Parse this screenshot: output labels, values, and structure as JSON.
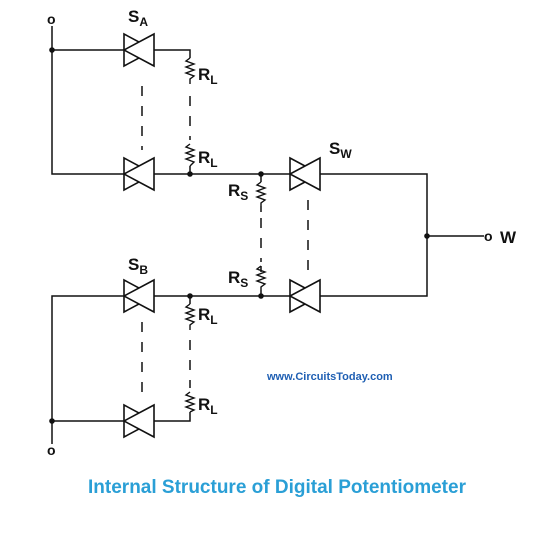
{
  "labels": {
    "sa": {
      "main": "S",
      "sub": "A"
    },
    "sb": {
      "main": "S",
      "sub": "B"
    },
    "sw": {
      "main": "S",
      "sub": "W"
    },
    "rl": {
      "main": "R",
      "sub": "L"
    },
    "rs": {
      "main": "R",
      "sub": "S"
    },
    "w": "W"
  },
  "terminal_symbol": "o",
  "watermark": "www.CircuitsToday.com",
  "caption": "Internal Structure of Digital Potentiometer",
  "colors": {
    "line": "#111111",
    "watermark": "#1f5fb3",
    "caption": "#2a9fd6"
  }
}
